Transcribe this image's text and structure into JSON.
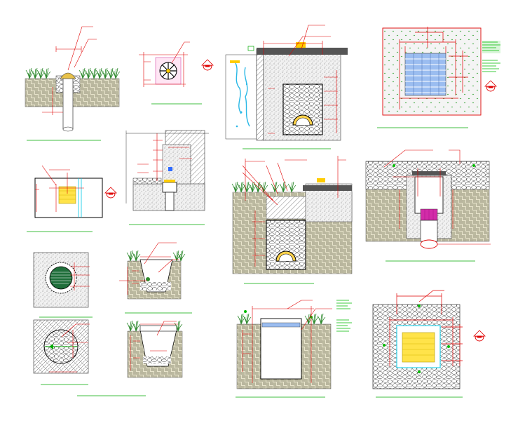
{
  "drawing": {
    "background": "#ffffff",
    "colors": {
      "dimension": "#e00000",
      "title_underline": "#00aa00",
      "outline": "#000000",
      "hatch": "#6b6b50",
      "soil": "#e3dfc4",
      "stone": "#ffffff",
      "grass": "#2f8a2f",
      "water": "#29b8e6",
      "grate_blue": "#9bbdf0",
      "grate_yellow": "#ffe34a",
      "section_marker_fill": "#ffffff",
      "section_marker_stroke": "#e00000",
      "annotation_green": "#00bb00",
      "cyan": "#00c8e6"
    },
    "details": [
      {
        "id": "d01",
        "kind": "grass-drain-riser"
      },
      {
        "id": "d02",
        "kind": "round-grate-plan"
      },
      {
        "id": "d03",
        "kind": "wall-drain-section"
      },
      {
        "id": "d04",
        "kind": "grate-plan-in-lawn"
      },
      {
        "id": "d05",
        "kind": "catch-basin-plan"
      },
      {
        "id": "d06",
        "kind": "wall-footing-section"
      },
      {
        "id": "d07",
        "kind": "french-drain-section"
      },
      {
        "id": "d08",
        "kind": "gravel-pit-section"
      },
      {
        "id": "d09",
        "kind": "round-manhole-plan"
      },
      {
        "id": "d10",
        "kind": "trench-section-a"
      },
      {
        "id": "d11",
        "kind": "stone-manhole-plan"
      },
      {
        "id": "d12",
        "kind": "trench-section-b"
      },
      {
        "id": "d13",
        "kind": "open-channel-section"
      },
      {
        "id": "d14",
        "kind": "rubble-basin-plan"
      }
    ]
  }
}
